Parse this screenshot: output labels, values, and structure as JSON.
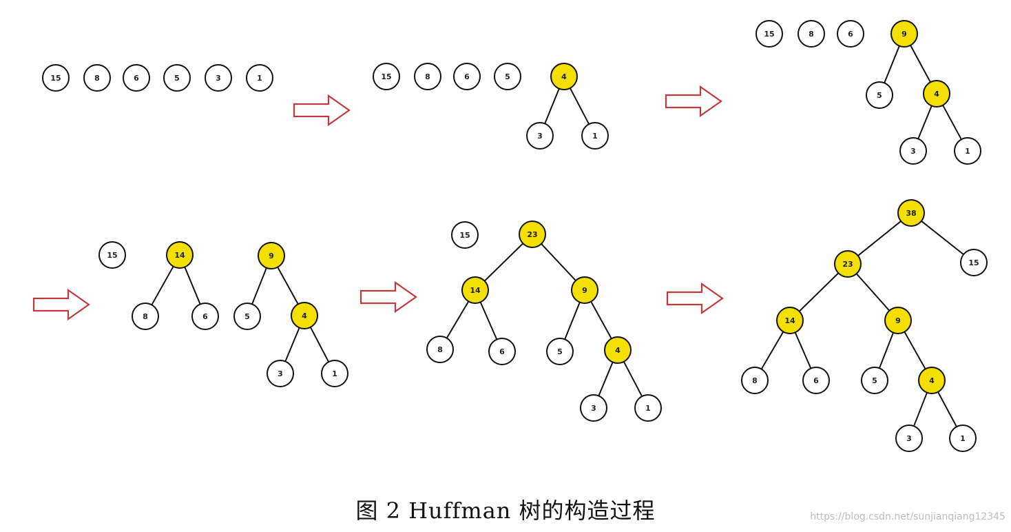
{
  "caption": "图 2 Huffman 树的构造过程",
  "watermark": "https://blog.csdn.net/sunjianqiang12345",
  "colors": {
    "internal_node": "#f3e000",
    "leaf_node": "#ffffff",
    "arrow": "#c0393b",
    "edge": "#111111"
  },
  "steps": [
    {
      "name": "step-1",
      "forest": [
        {
          "v": "15"
        },
        {
          "v": "8"
        },
        {
          "v": "6"
        },
        {
          "v": "5"
        },
        {
          "v": "3"
        },
        {
          "v": "1"
        }
      ]
    },
    {
      "name": "step-2",
      "forest": [
        {
          "v": "15"
        },
        {
          "v": "8"
        },
        {
          "v": "6"
        },
        {
          "v": "5"
        },
        {
          "v": "4",
          "c": [
            {
              "v": "3"
            },
            {
              "v": "1"
            }
          ]
        }
      ]
    },
    {
      "name": "step-3",
      "forest": [
        {
          "v": "15"
        },
        {
          "v": "8"
        },
        {
          "v": "6"
        },
        {
          "v": "9",
          "c": [
            {
              "v": "5"
            },
            {
              "v": "4",
              "c": [
                {
                  "v": "3"
                },
                {
                  "v": "1"
                }
              ]
            }
          ]
        }
      ]
    },
    {
      "name": "step-4",
      "forest": [
        {
          "v": "15"
        },
        {
          "v": "14",
          "c": [
            {
              "v": "8"
            },
            {
              "v": "6"
            }
          ]
        },
        {
          "v": "9",
          "c": [
            {
              "v": "5"
            },
            {
              "v": "4",
              "c": [
                {
                  "v": "3"
                },
                {
                  "v": "1"
                }
              ]
            }
          ]
        }
      ]
    },
    {
      "name": "step-5",
      "forest": [
        {
          "v": "15"
        },
        {
          "v": "23",
          "c": [
            {
              "v": "14",
              "c": [
                {
                  "v": "8"
                },
                {
                  "v": "6"
                }
              ]
            },
            {
              "v": "9",
              "c": [
                {
                  "v": "5"
                },
                {
                  "v": "4",
                  "c": [
                    {
                      "v": "3"
                    },
                    {
                      "v": "1"
                    }
                  ]
                }
              ]
            }
          ]
        }
      ]
    },
    {
      "name": "step-6",
      "forest": [
        {
          "v": "38",
          "c": [
            {
              "v": "23",
              "c": [
                {
                  "v": "14",
                  "c": [
                    {
                      "v": "8"
                    },
                    {
                      "v": "6"
                    }
                  ]
                },
                {
                  "v": "9",
                  "c": [
                    {
                      "v": "5"
                    },
                    {
                      "v": "4",
                      "c": [
                        {
                          "v": "3"
                        },
                        {
                          "v": "1"
                        }
                      ]
                    }
                  ]
                }
              ]
            },
            {
              "v": "15"
            }
          ]
        }
      ]
    }
  ]
}
